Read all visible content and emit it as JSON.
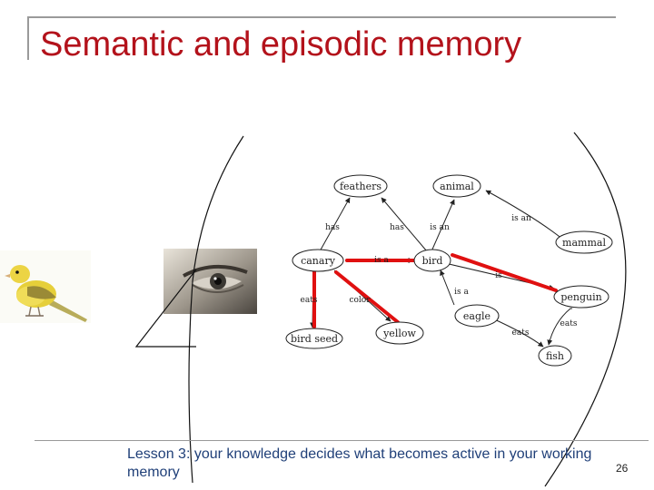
{
  "slide": {
    "title": "Semantic and episodic memory",
    "caption": "Lesson 3: your knowledge decides what becomes active in your working memory",
    "page_number": "26",
    "title_color": "#b3121b",
    "caption_color": "#1f3f78"
  },
  "images": {
    "canary_photo": "canary-bird-photo",
    "eye_photo": "human-eye-photo"
  },
  "network": {
    "nodes": {
      "feathers": "feathers",
      "animal": "animal",
      "mammal": "mammal",
      "canary": "canary",
      "bird": "bird",
      "penguin": "penguin",
      "eagle": "eagle",
      "bird_seed": "bird seed",
      "yellow": "yellow",
      "fish": "fish"
    },
    "links": {
      "has_1": "has",
      "has_2": "has",
      "is_an_1": "is an",
      "is_an_2": "is an",
      "is_a_1": "is a",
      "is_2": "is",
      "is_a_3": "is a",
      "eats_1": "eats",
      "color": "color",
      "eats_2": "eats",
      "eats_3": "eats"
    },
    "highlight_color": "#e01010"
  }
}
